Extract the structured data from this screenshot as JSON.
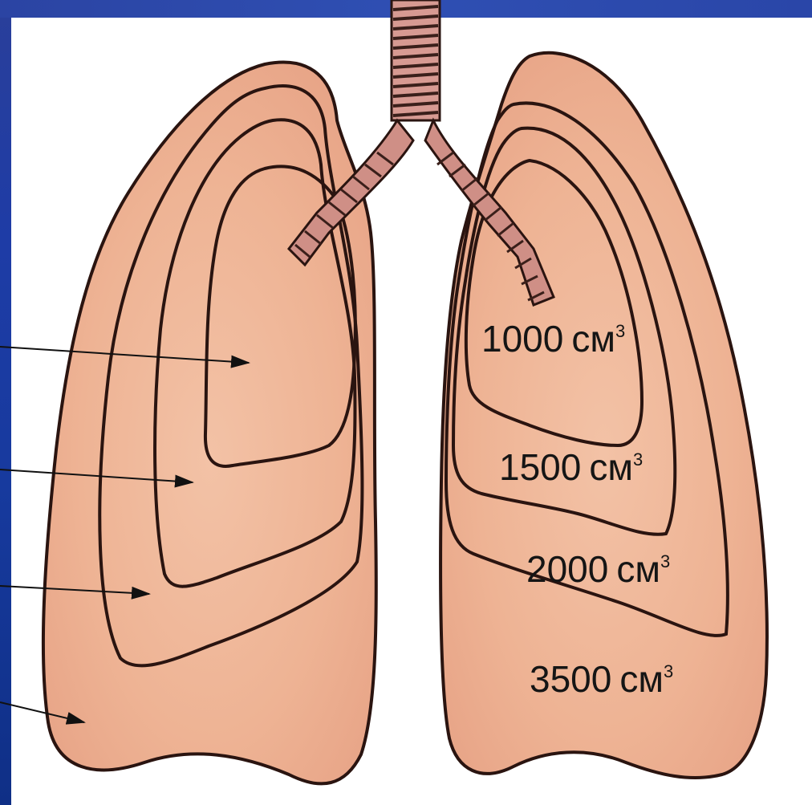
{
  "labels": [
    {
      "value": "1000",
      "unit": "см",
      "sup": "3"
    },
    {
      "value": "1500",
      "unit": "см",
      "sup": "3"
    },
    {
      "value": "2000",
      "unit": "см",
      "sup": "3"
    },
    {
      "value": "3500",
      "unit": "см",
      "sup": "3"
    }
  ],
  "colors": {
    "tissue": "#e9a98e",
    "tissue_light": "#f2c2a8",
    "outline": "#2a1410",
    "trachea": "#c98b84",
    "frame": "#1f3da3"
  }
}
